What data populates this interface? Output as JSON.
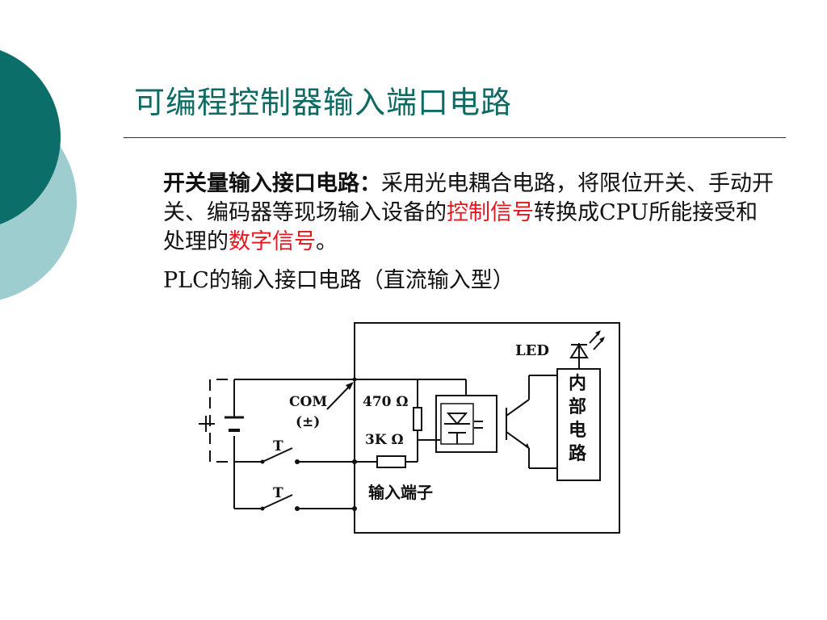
{
  "slide": {
    "title": "可编程控制器输入端口电路",
    "accent_color": "#0e6b64",
    "highlight_color": "#e4171e"
  },
  "body": {
    "lead": "开关量输入接口电路：",
    "line_a": "采用光电耦合电路，将限位开关、手动开关、编码器等现场输入设备的",
    "highlight_1": "控制信号",
    "line_b": "转换成CPU所能接受和处理的",
    "highlight_2": "数字信号",
    "line_end": "。",
    "second_paragraph": "PLC的输入接口电路（直流输入型）"
  },
  "circuit": {
    "led_label": "LED",
    "com_label": "COM",
    "com_sign": "(±)",
    "r1_label": "470 Ω",
    "r2_label": "3K Ω",
    "input_terminal_label": "输入端子",
    "switch1_label": "T",
    "switch2_label": "T",
    "internal_label_1": "内",
    "internal_label_2": "部",
    "internal_label_3": "电",
    "internal_label_4": "路"
  }
}
